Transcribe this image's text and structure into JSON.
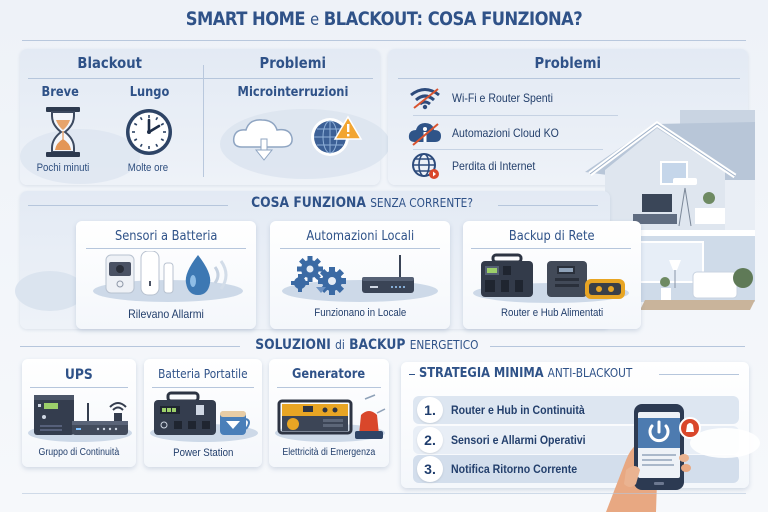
{
  "header": {
    "title_part1": "SMART HOME",
    "title_part2": "e",
    "title_part3": "BLACKOUT: COSA FUNZIONA?"
  },
  "blackout_panel": {
    "heading": "Blackout",
    "items": [
      {
        "label": "Breve",
        "icon": "hourglass-icon",
        "caption": "Pochi minuti"
      },
      {
        "label": "Lungo",
        "icon": "clock-icon",
        "caption": "Molte ore"
      }
    ]
  },
  "problemi_left": {
    "heading": "Problemi",
    "subheading": "Microinterruzioni",
    "icons": [
      "cloud-download-icon",
      "globe-warning-icon"
    ]
  },
  "problemi_right": {
    "heading": "Problemi",
    "items": [
      {
        "label": "Wi-Fi e Router Spenti",
        "icon": "wifi-off-icon"
      },
      {
        "label": "Automazioni Cloud KO",
        "icon": "cloud-off-icon"
      },
      {
        "label": "Perdita di Internet",
        "icon": "globe-offline-icon"
      }
    ]
  },
  "cosa_funziona": {
    "heading_bold": "COSA FUNZIONA",
    "heading_rest": "SENZA CORRENTE?",
    "cards": [
      {
        "title": "Sensori a Batteria",
        "caption": "Rilevano Allarmi",
        "icon": "battery-sensors-icon"
      },
      {
        "title": "Automazioni Locali",
        "caption": "Funzionano in Locale",
        "icon": "gears-hub-icon"
      },
      {
        "title": "Backup di Rete",
        "caption": "Router e Hub Alimentati",
        "icon": "power-station-icon"
      }
    ]
  },
  "soluzioni": {
    "heading_part1": "SOLUZIONI",
    "heading_part2": "di",
    "heading_part3": "BACKUP",
    "heading_part4": "ENERGETICO",
    "cards": [
      {
        "title": "UPS",
        "caption": "Gruppo di Continuità",
        "icon": "ups-router-icon"
      },
      {
        "title": "Batteria Portatile",
        "caption": "Power Station",
        "icon": "portable-battery-icon"
      },
      {
        "title": "Generatore",
        "caption": "Elettricità di Emergenza",
        "icon": "generator-alarm-icon"
      }
    ]
  },
  "strategia": {
    "heading_bold": "STRATEGIA MINIMA",
    "heading_rest": "ANTI-BLACKOUT",
    "steps": [
      {
        "num": "1.",
        "label": "Router e Hub in Continuità"
      },
      {
        "num": "2.",
        "label": "Sensori e Allarmi Operativi"
      },
      {
        "num": "3.",
        "label": "Notifica Ritorno Corrente"
      }
    ]
  },
  "colors": {
    "title_blue": "#2f5288",
    "panel_bg": "#e3eaf4",
    "accent_orange": "#e08a3c",
    "alert_red": "#d9472b",
    "dark_device": "#2d3a4f"
  }
}
